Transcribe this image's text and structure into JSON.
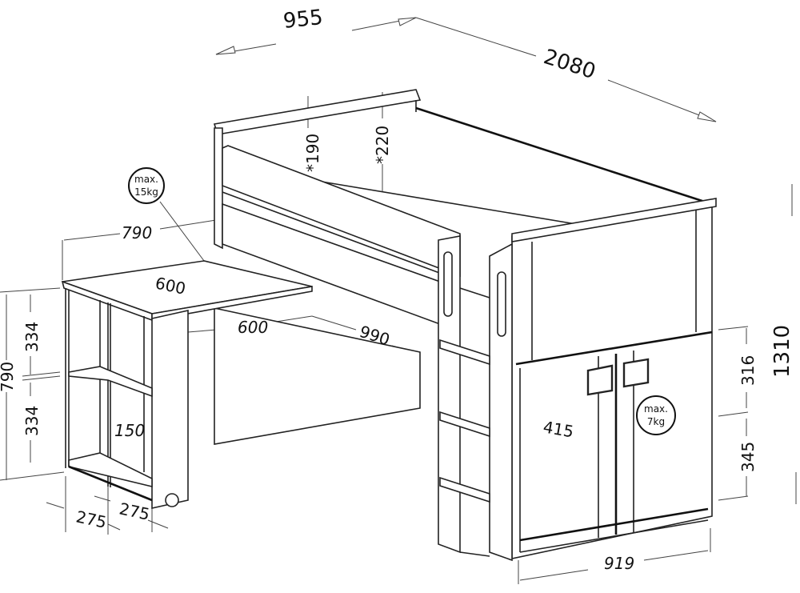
{
  "dimensions": {
    "width_top": "955",
    "length_top": "2080",
    "guard_190": "*190",
    "guard_220": "*220",
    "desk_length": "790",
    "desk_depth": "600",
    "desk_panel": "600",
    "desk_extension": "990",
    "shelf_upper": "334",
    "shelf_lower": "334",
    "desk_height": "790",
    "shelf_depth": "150",
    "shelf_width_1": "275",
    "shelf_width_2": "275",
    "cabinet_depth": "415",
    "cabinet_upper": "316",
    "cabinet_lower": "345",
    "total_height": "1310",
    "cabinet_width": "919"
  },
  "load_badges": {
    "desk": {
      "line1": "max.",
      "line2": "15kg"
    },
    "shelf": {
      "line1": "max.",
      "line2": "7kg"
    }
  }
}
